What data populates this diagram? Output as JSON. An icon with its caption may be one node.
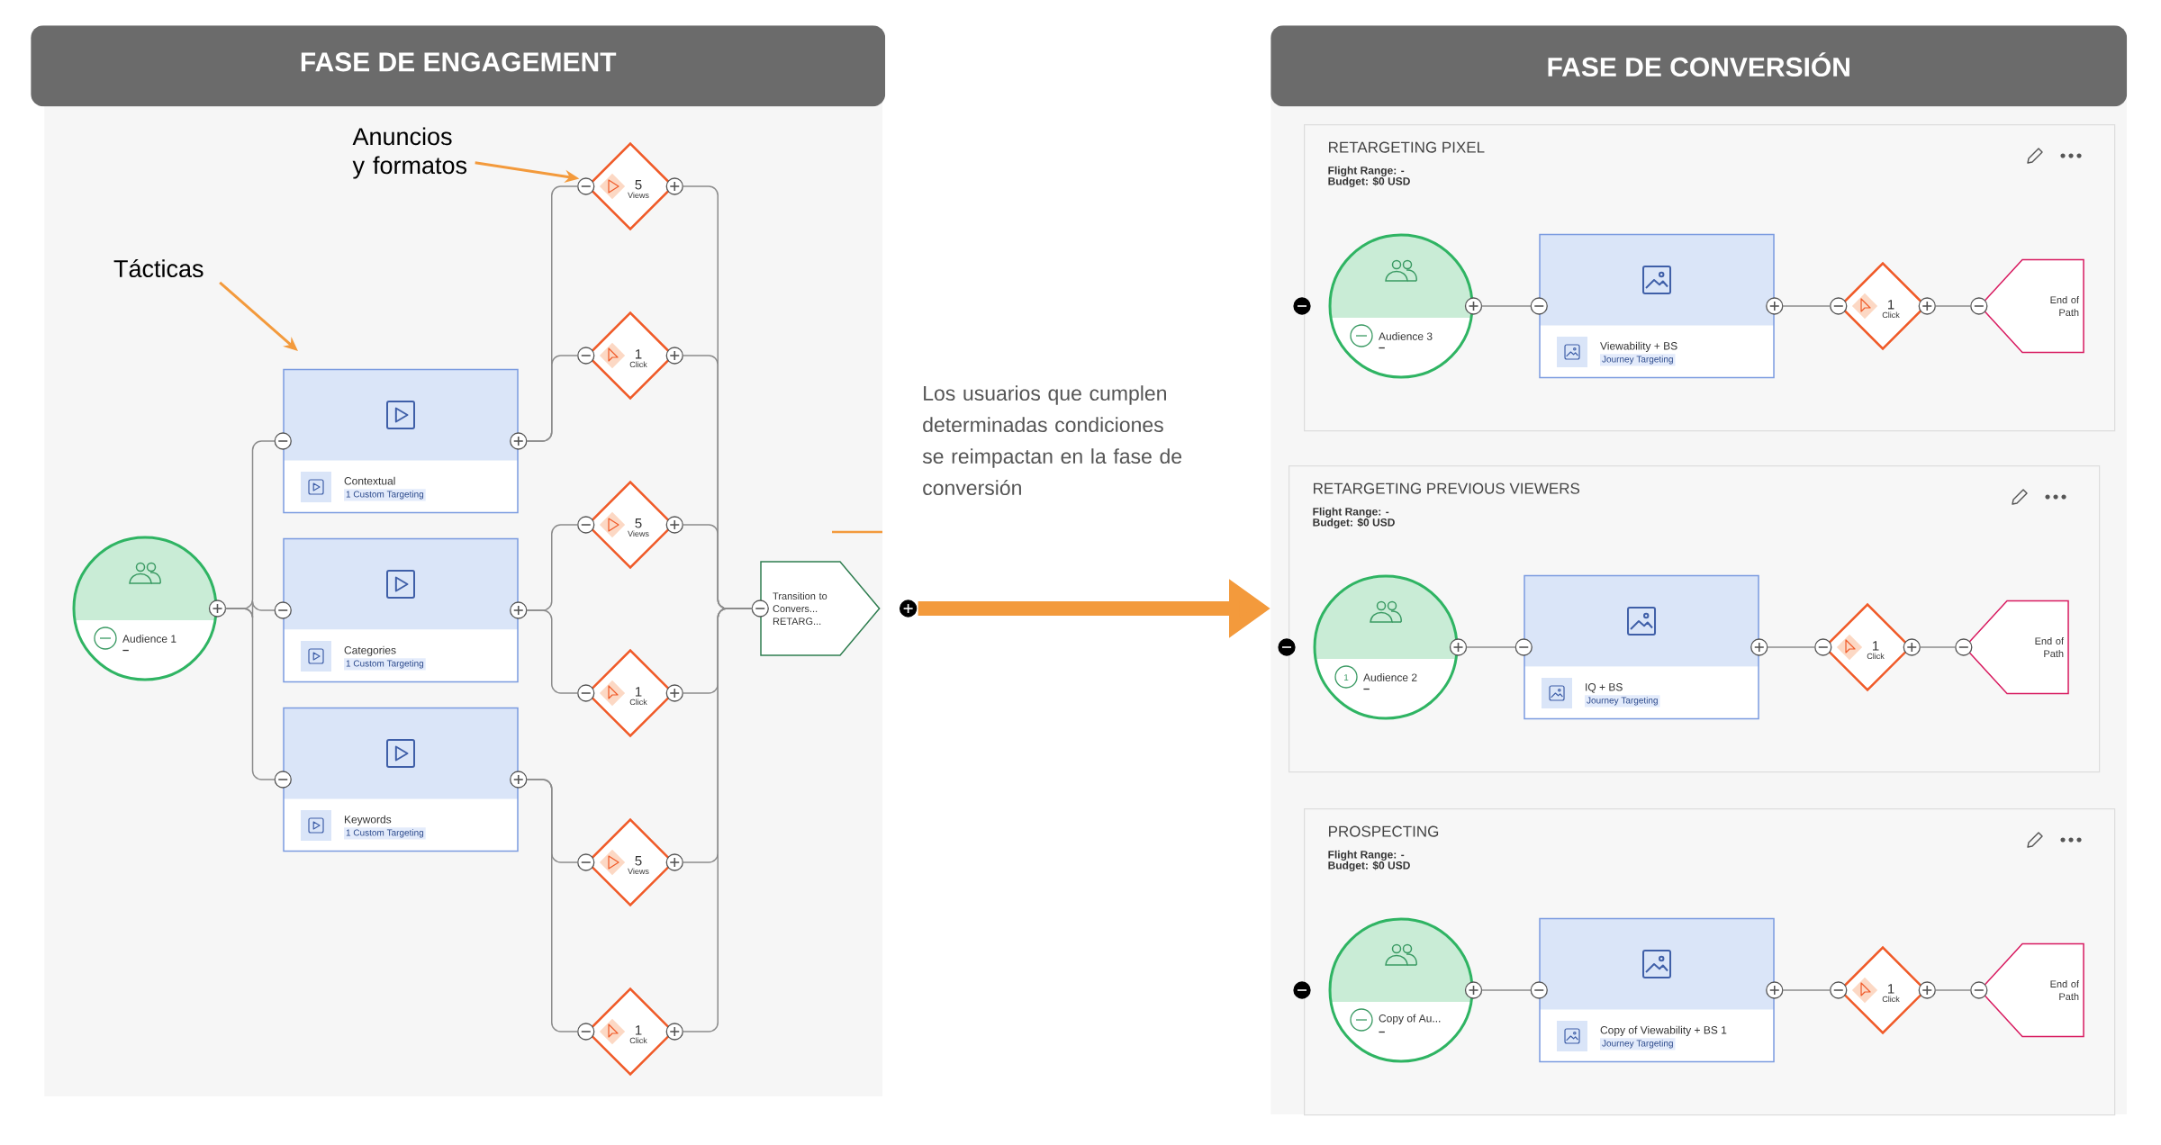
{
  "diagram": {
    "nodes": [
      {
        "text": [
          "FASE DE ENGAGEMENT"
        ]
      },
      {
        "text": [
          "Anuncios y formatos"
        ],
        "in": 0
      },
      {
        "text": [
          "Tácticas"
        ],
        "in": 0
      },
      {
        "text": [
          "Audience 1",
          "–"
        ],
        "in": 0
      },
      {
        "text": [
          "Contextual",
          "1 Custom Targeting"
        ],
        "in": 0
      },
      {
        "text": [
          "Categories",
          "1 Custom Targeting"
        ],
        "in": 0
      },
      {
        "text": [
          "Keywords",
          "1 Custom Targeting"
        ],
        "in": 0
      },
      {
        "text": [
          "5",
          "Views"
        ],
        "in": 0
      },
      {
        "text": [
          "1",
          "Click"
        ],
        "in": 0
      },
      {
        "text": [
          "5",
          "Views"
        ],
        "in": 0
      },
      {
        "text": [
          "1",
          "Click"
        ],
        "in": 0
      },
      {
        "text": [
          "5",
          "Views"
        ],
        "in": 0
      },
      {
        "text": [
          "1",
          "Click"
        ],
        "in": 0
      },
      {
        "text": [
          "Transition to Convers... RETARG..."
        ],
        "in": 0
      },
      {
        "text": [
          "FASE DE CONVERSIÓN"
        ]
      },
      {
        "text": [
          "RETARGETING PIXEL",
          "Flight Range: -",
          "Budget: $0 USD"
        ],
        "in": 14
      },
      {
        "text": [
          "Audience 3",
          "–"
        ],
        "in": 15
      },
      {
        "text": [
          "Viewability + BS",
          "Journey Targeting"
        ],
        "in": 15
      },
      {
        "text": [
          "1",
          "Click"
        ],
        "in": 15
      },
      {
        "text": [
          "End of Path"
        ],
        "in": 15
      },
      {
        "text": [
          "RETARGETING PREVIOUS VIEWERS",
          "Flight Range: -",
          "Budget: $0 USD"
        ],
        "in": 14
      },
      {
        "text": [
          "1",
          "Audience 2",
          "–"
        ],
        "in": 20
      },
      {
        "text": [
          "IQ + BS",
          "Journey Targeting"
        ],
        "in": 20
      },
      {
        "text": [
          "1",
          "Click"
        ],
        "in": 20
      },
      {
        "text": [
          "End of Path"
        ],
        "in": 20
      },
      {
        "text": [
          "PROSPECTING",
          "Flight Range: -",
          "Budget: $0 USD"
        ],
        "in": 14
      },
      {
        "text": [
          "Copy of Au...",
          "–"
        ],
        "in": 25
      },
      {
        "text": [
          "Copy of Viewability + BS 1",
          "Journey Targeting"
        ],
        "in": 25
      },
      {
        "text": [
          "1",
          "Click"
        ],
        "in": 25
      },
      {
        "text": [
          "End of Path"
        ],
        "in": 25
      }
    ],
    "edges": [
      {
        "from": 1,
        "to": 7,
        "arrow": "to",
        "color": "#f39a3c"
      },
      {
        "from": 2,
        "to": 4,
        "arrow": "to",
        "color": "#f39a3c"
      },
      {
        "from": 3,
        "to": 4,
        "arrow": "none"
      },
      {
        "from": 3,
        "to": 5,
        "arrow": "none"
      },
      {
        "from": 3,
        "to": 6,
        "arrow": "none"
      },
      {
        "from": 4,
        "to": 7,
        "arrow": "none"
      },
      {
        "from": 4,
        "to": 8,
        "arrow": "none"
      },
      {
        "from": 5,
        "to": 9,
        "arrow": "none"
      },
      {
        "from": 5,
        "to": 10,
        "arrow": "none"
      },
      {
        "from": 6,
        "to": 11,
        "arrow": "none"
      },
      {
        "from": 6,
        "to": 12,
        "arrow": "none"
      },
      {
        "from": 7,
        "to": 13,
        "arrow": "none"
      },
      {
        "from": 8,
        "to": 13,
        "arrow": "none"
      },
      {
        "from": 9,
        "to": 13,
        "arrow": "none"
      },
      {
        "from": 10,
        "to": 13,
        "arrow": "none"
      },
      {
        "from": 11,
        "to": 13,
        "arrow": "none"
      },
      {
        "from": 12,
        "to": 13,
        "arrow": "none"
      },
      {
        "from": 13,
        "to": 14,
        "arrow": "to",
        "style": "thick",
        "color": "#f39a3c"
      },
      {
        "from": 16,
        "to": 17,
        "arrow": "none"
      },
      {
        "from": 17,
        "to": 18,
        "arrow": "none"
      },
      {
        "from": 18,
        "to": 19,
        "arrow": "none"
      },
      {
        "from": 21,
        "to": 22,
        "arrow": "none"
      },
      {
        "from": 22,
        "to": 23,
        "arrow": "none"
      },
      {
        "from": 23,
        "to": 24,
        "arrow": "none"
      },
      {
        "from": 26,
        "to": 27,
        "arrow": "none"
      },
      {
        "from": 27,
        "to": 28,
        "arrow": "none"
      },
      {
        "from": 28,
        "to": 29,
        "arrow": "none"
      }
    ],
    "labels": [
      "Los usuarios que cumplen determinadas condiciones se reimpactan en la fase de conversión"
    ]
  }
}
